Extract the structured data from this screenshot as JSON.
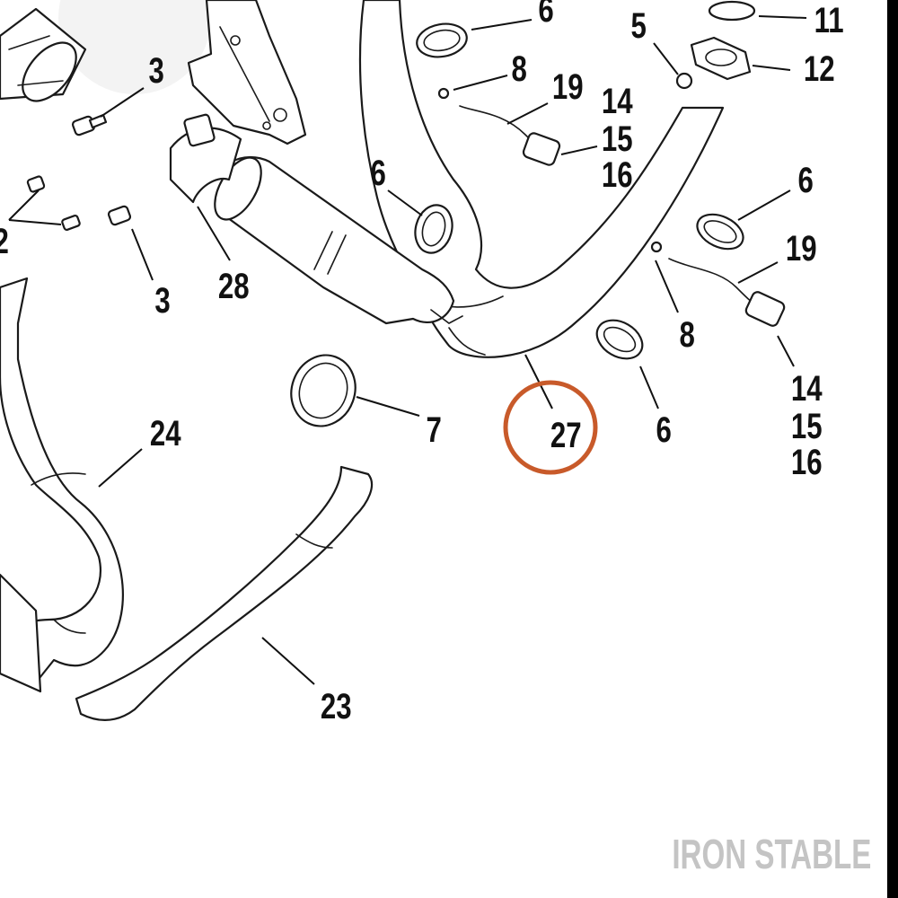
{
  "colors": {
    "highlight": "#c85a2a",
    "line": "#1a1a1a",
    "watermark": "#c4c4c4"
  },
  "callouts": {
    "c6a": "6",
    "c8a": "8",
    "c19a": "19",
    "c14a": "14",
    "c15a": "15",
    "c16a": "16",
    "c5": "5",
    "c11": "11",
    "c12": "12",
    "c3a": "3",
    "c2": "2",
    "c3b": "3",
    "c28": "28",
    "c6b": "6",
    "c6c": "6",
    "c19b": "19",
    "c8b": "8",
    "c14b": "14",
    "c15b": "15",
    "c16b": "16",
    "c7": "7",
    "c27": "27",
    "c6d": "6",
    "c24": "24",
    "c23": "23"
  },
  "highlighted_part": "27",
  "watermark": "IRON STABLE"
}
